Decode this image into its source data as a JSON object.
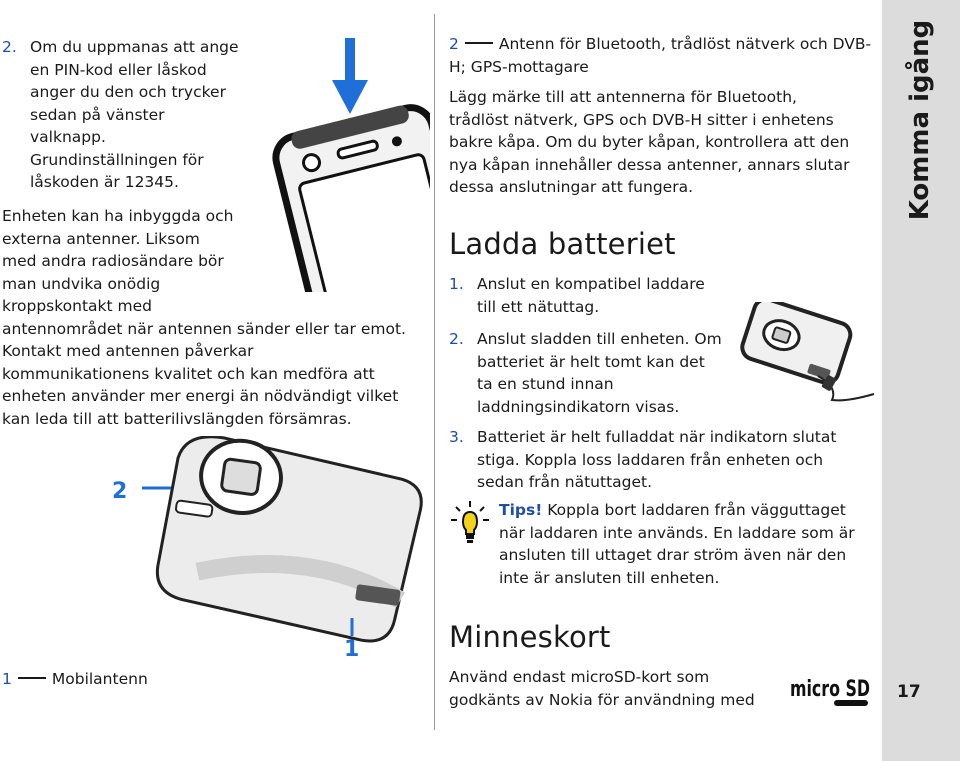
{
  "left": {
    "step2_num": "2.",
    "step2_lines": [
      "Om du uppmanas att ange",
      "en PIN-kod eller låskod",
      "anger du den och trycker",
      "sedan på vänster",
      "valknapp.",
      "Grundinställningen för",
      "låskoden är 12345."
    ],
    "antenna_para_narrow": [
      "Enheten kan ha inbyggda och",
      "externa antenner. Liksom",
      "med andra radiosändare bör",
      "man undvika onödig",
      "kroppskontakt med"
    ],
    "antenna_para_wide": [
      "antennområdet när antennen sänder eller tar emot.",
      "Kontakt med antennen påverkar",
      "kommunikationens kvalitet och kan medföra att",
      "enheten använder mer energi än nödvändigt vilket",
      "kan leda till att batterilivslängden försämras."
    ],
    "callout_1": "1",
    "callout_2": "2",
    "caption_num": "1",
    "caption_text": "Mobilantenn"
  },
  "right": {
    "antenna2_num": "2",
    "antenna2_lines": [
      "Antenn för Bluetooth, trådlöst nätverk och DVB-",
      "H; GPS-mottagare"
    ],
    "antenna_note_lines": [
      "Lägg märke till att antennerna för Bluetooth,",
      "trådlöst nätverk, GPS och DVB-H sitter i enhetens",
      "bakre kåpa. Om du byter kåpan, kontrollera att den",
      "nya kåpan innehåller dessa antenner, annars slutar",
      "dessa anslutningar att fungera."
    ],
    "heading_battery": "Ladda batteriet",
    "battery_steps": [
      {
        "num": "1.",
        "lines": [
          "Anslut en kompatibel laddare",
          "till ett nätuttag."
        ]
      },
      {
        "num": "2.",
        "lines": [
          "Anslut sladden till enheten. Om",
          "batteriet är helt tomt kan det",
          "ta en stund innan",
          "laddningsindikatorn visas."
        ]
      },
      {
        "num": "3.",
        "lines": [
          "Batteriet är helt fulladdat när indikatorn slutat",
          "stiga. Koppla loss laddaren från enheten och",
          "sedan från nätuttaget."
        ]
      }
    ],
    "tip_label": "Tips!",
    "tip_lines": [
      "Koppla bort laddaren från vägguttaget",
      "när laddaren inte används. En laddare som är",
      "ansluten till uttaget drar ström även när den",
      "inte är ansluten till enheten."
    ],
    "heading_memory": "Minneskort",
    "memory_lines": [
      "Använd endast microSD-kort som",
      "godkänts av Nokia för användning med"
    ],
    "logo_text": "micro SD"
  },
  "sidebar": {
    "section_title": "Komma igång",
    "page_number": "17"
  },
  "colors": {
    "accent": "#1f4ea8",
    "sidebar_bg": "#dcdcdc",
    "arrow": "#1f6fd8"
  },
  "icons": [
    "down-arrow-icon",
    "phone-front-illustration",
    "phone-back-illustration",
    "phone-charging-illustration",
    "lightbulb-icon",
    "microsd-logo"
  ]
}
